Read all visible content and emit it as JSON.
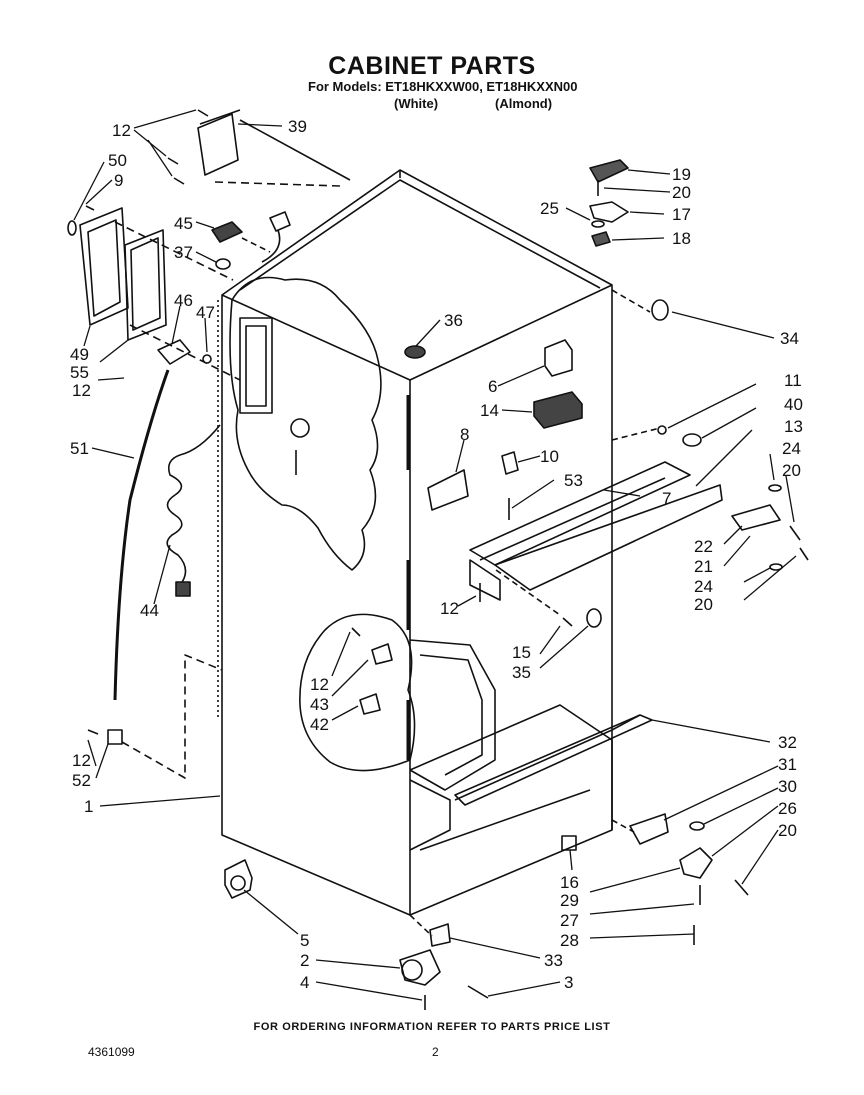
{
  "header": {
    "title": "CABINET PARTS",
    "models_line": "For Models: ET18HKXXW00, ET18HKXXN00",
    "variant_white": "(White)",
    "variant_almond": "(Almond)"
  },
  "footer": {
    "ordering_note": "FOR ORDERING INFORMATION REFER TO PARTS PRICE LIST",
    "doc_number": "4361099",
    "page_number": "2"
  },
  "callouts": [
    {
      "id": "c12a",
      "label": "12"
    },
    {
      "id": "c39",
      "label": "39"
    },
    {
      "id": "c50",
      "label": "50"
    },
    {
      "id": "c9",
      "label": "9"
    },
    {
      "id": "c45",
      "label": "45"
    },
    {
      "id": "c37",
      "label": "37"
    },
    {
      "id": "c46",
      "label": "46"
    },
    {
      "id": "c47",
      "label": "47"
    },
    {
      "id": "c49",
      "label": "49"
    },
    {
      "id": "c55",
      "label": "55"
    },
    {
      "id": "c12b",
      "label": "12"
    },
    {
      "id": "c51",
      "label": "51"
    },
    {
      "id": "c44",
      "label": "44"
    },
    {
      "id": "c36",
      "label": "36"
    },
    {
      "id": "c19",
      "label": "19"
    },
    {
      "id": "c20a",
      "label": "20"
    },
    {
      "id": "c25",
      "label": "25"
    },
    {
      "id": "c17",
      "label": "17"
    },
    {
      "id": "c18",
      "label": "18"
    },
    {
      "id": "c34",
      "label": "34"
    },
    {
      "id": "c6",
      "label": "6"
    },
    {
      "id": "c11",
      "label": "11"
    },
    {
      "id": "c14",
      "label": "14"
    },
    {
      "id": "c40",
      "label": "40"
    },
    {
      "id": "c8",
      "label": "8"
    },
    {
      "id": "c13",
      "label": "13"
    },
    {
      "id": "c10",
      "label": "10"
    },
    {
      "id": "c24a",
      "label": "24"
    },
    {
      "id": "c53",
      "label": "53"
    },
    {
      "id": "c20b",
      "label": "20"
    },
    {
      "id": "c7",
      "label": "7"
    },
    {
      "id": "c22",
      "label": "22"
    },
    {
      "id": "c21",
      "label": "21"
    },
    {
      "id": "c24b",
      "label": "24"
    },
    {
      "id": "c20c",
      "label": "20"
    },
    {
      "id": "c12c",
      "label": "12"
    },
    {
      "id": "c15",
      "label": "15"
    },
    {
      "id": "c35",
      "label": "35"
    },
    {
      "id": "c12d",
      "label": "12"
    },
    {
      "id": "c43",
      "label": "43"
    },
    {
      "id": "c42",
      "label": "42"
    },
    {
      "id": "c32",
      "label": "32"
    },
    {
      "id": "c12e",
      "label": "12"
    },
    {
      "id": "c52",
      "label": "52"
    },
    {
      "id": "c31",
      "label": "31"
    },
    {
      "id": "c1",
      "label": "1"
    },
    {
      "id": "c30",
      "label": "30"
    },
    {
      "id": "c26",
      "label": "26"
    },
    {
      "id": "c20d",
      "label": "20"
    },
    {
      "id": "c16",
      "label": "16"
    },
    {
      "id": "c29",
      "label": "29"
    },
    {
      "id": "c27",
      "label": "27"
    },
    {
      "id": "c5",
      "label": "5"
    },
    {
      "id": "c28",
      "label": "28"
    },
    {
      "id": "c2",
      "label": "2"
    },
    {
      "id": "c33",
      "label": "33"
    },
    {
      "id": "c4",
      "label": "4"
    },
    {
      "id": "c3",
      "label": "3"
    }
  ]
}
